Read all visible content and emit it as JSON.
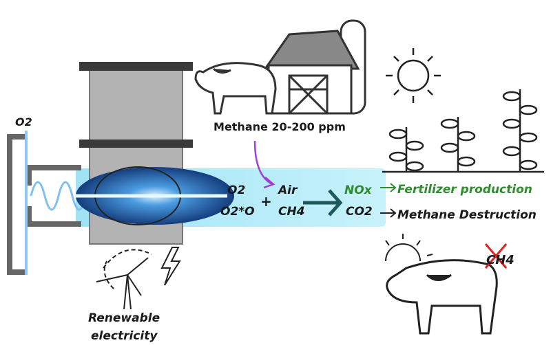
{
  "labels": {
    "o2_inlet": "O2",
    "methane_source": "Methane 20-200 ppm",
    "reactant_o2": "O2",
    "reactant_o2_excited": "O2*O",
    "plus": "+",
    "air": "Air",
    "ch4": "CH4",
    "nox": "NOx",
    "co2": "CO2",
    "fertilizer": "Fertilizer production",
    "methane_destruction": "Methane Destruction",
    "ch4_crossed": "CH4",
    "renewable_1": "Renewable",
    "renewable_2": "electricity"
  },
  "colors": {
    "green": "#2e8b2e",
    "plasma": "#1e5aa8",
    "glow": "#aeeaf6",
    "purple": "#a040d0",
    "arrow": "#1f5a5a"
  }
}
